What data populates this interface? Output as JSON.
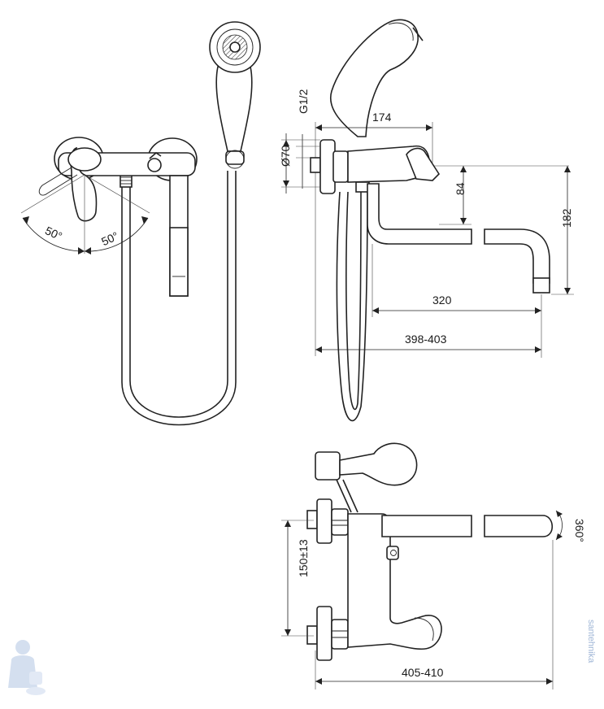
{
  "dimensions": {
    "angle_left": "50°",
    "angle_right": "50°",
    "thread": "G1/2",
    "diameter": "Ø70",
    "width_top": "174",
    "height_handle": "84",
    "height_total": "182",
    "spout_reach": "320",
    "total_reach": "398-403",
    "center_spacing": "150±13",
    "rotation": "360°",
    "bottom_reach": "405-410"
  },
  "watermark": "santehnika",
  "colors": {
    "line": "#222222",
    "background": "#ffffff",
    "watermark": "#9fb6d6"
  }
}
